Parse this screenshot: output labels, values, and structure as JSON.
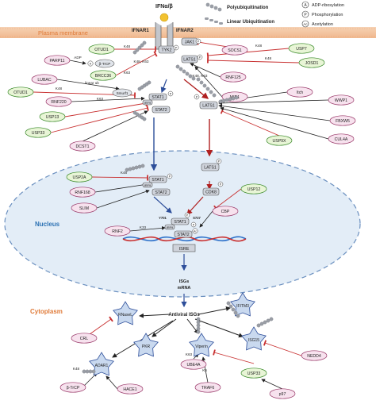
{
  "header": {
    "ligand": "IFNα/β",
    "receptor1": "IFNAR1",
    "receptor2": "IFNAR2"
  },
  "legend": {
    "polyubiquitination": "Polyubiquitination",
    "linear_ubiquitination": "Linear Ubiquitination",
    "adp_ribosylation": "ADP-ribosylation",
    "adp_symbol": "A",
    "phosphorylation": "Phosphorylation",
    "phos_symbol": "P",
    "acetylation": "Acetylation",
    "ac_symbol": "Ac"
  },
  "regions": {
    "plasma_membrane": "Plasma membrane",
    "nucleus": "Nucleus",
    "cytoplasm": "Cytoplasm"
  },
  "nodes": {
    "jak1": "JAK1",
    "tyk2": "TYK2",
    "lats1_top": "LATS1",
    "stat1a": "STAT1",
    "irf9a": "IRF9",
    "stat2a": "STAT2",
    "lats1_mid": "LATS1",
    "stat1b": "STAT1",
    "irf9b": "IRF9",
    "stat2b": "STAT2",
    "lats1_nuc": "LATS1",
    "cdk8": "CDK8",
    "stat1c": "STAT1",
    "irf9c": "IRF9",
    "stat2c": "STAT2",
    "isre": "ISRE",
    "isgs": "ISGs",
    "mrna": "mRNA",
    "antiviral": "Antiviral ISGs",
    "rnasel": "RNaseL",
    "ifitm3": "IFITM3",
    "pkr": "PKR",
    "viperin": "Viperin",
    "isg15": "ISG15",
    "adar1": "ADAR1",
    "btrcp_mem": "β-TrCP",
    "smurf1": "Smurf1",
    "y701": "Y701",
    "s727": "S727"
  },
  "regulators": {
    "otud1_a": "OTUD1",
    "parp11": "PARP11",
    "brcc36": "BRCC36",
    "lubac": "LUBAC",
    "otud1_b": "OTUD1",
    "rnf220": "RNF220",
    "usp13": "USP13",
    "usp33_a": "USP33",
    "dcst1": "DCST1",
    "socs1": "SOCS1",
    "usp7": "USP7",
    "josd1": "JOSD1",
    "rnf125": "RNF125",
    "mid1": "MID1",
    "itch": "Itch",
    "wwp1": "WWP1",
    "fbxw5": "FBXW5",
    "cul4a": "CUL4A",
    "usp9x": "USP9X",
    "usp2a": "USP2A",
    "rnf168": "RNF168",
    "slim": "SLIM",
    "usp12": "USP12",
    "cbp": "CBP",
    "rnf2": "RNF2",
    "crl": "CRL",
    "btrcp": "β-TrCP",
    "hace1": "HACE1",
    "ube4a": "UBE4A",
    "traf6": "TRAF6",
    "usp33_b": "USP33",
    "p97": "p97",
    "nedd4": "NEDD4"
  },
  "edge_labels": {
    "k48_otud1": "K48",
    "adp_label": "ADP",
    "k48_k63_tyk2": "K48, K63",
    "k63_brcc36": "K63",
    "linear_ub": "linear ub",
    "k48_otud1b": "K48",
    "k63_rnf220": "K63",
    "k48_usp7": "K48",
    "k48_josd1": "K48",
    "k48_k63_lats": "K48, K63",
    "k48_usp2a": "K48",
    "k33_rnf2": "K33",
    "k48_btrcp": "K48",
    "k63_ube4a": "K63",
    "k6_traf6": "K6"
  },
  "colors": {
    "activator": "#e8f5d6",
    "activator_border": "#3a8a2a",
    "repressor": "#f7e2ee",
    "repressor_border": "#9a3a6a",
    "membrane": "#f3c6a2",
    "nucleus_fill": "#e3edf7",
    "nucleus_border": "#6a8fbf",
    "protein": "#cfd3db",
    "star": "#c9d9ef",
    "region_label": "#e07b39",
    "nucleus_label": "#2f74b5",
    "pathway_blue": "#2d4e9a",
    "pathway_red": "#b02020",
    "inhibit_red": "#c83030"
  }
}
